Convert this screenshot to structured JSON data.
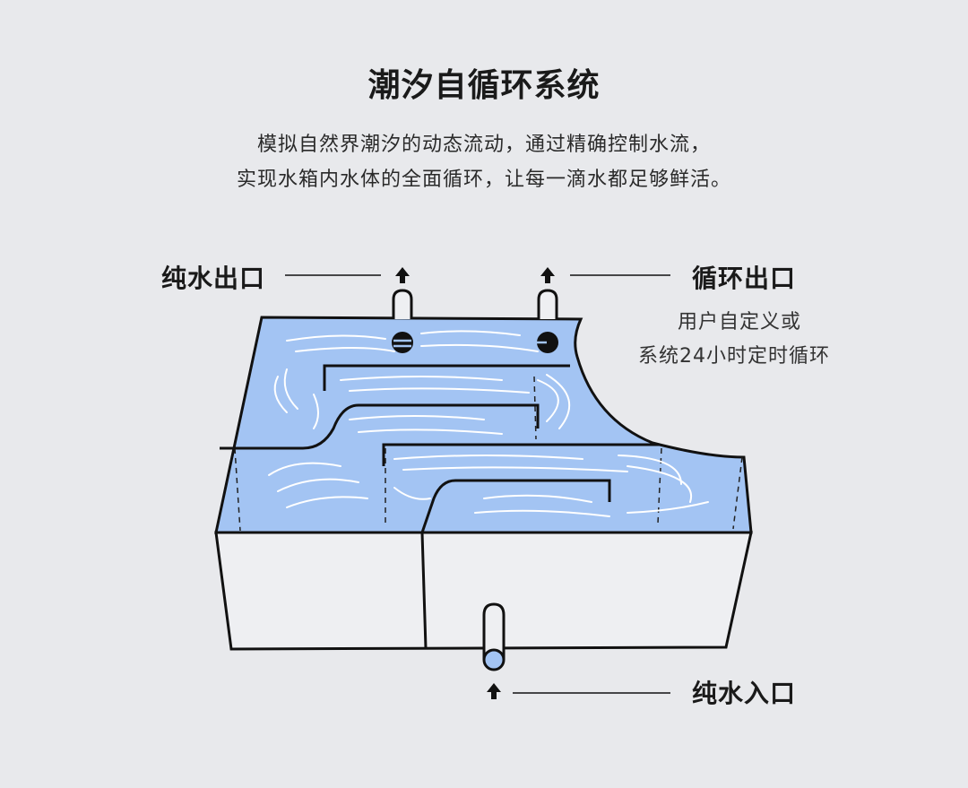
{
  "title": "潮汐自循环系统",
  "subtitle_lines": [
    "模拟自然界潮汐的动态流动，通过精确控制水流，",
    "实现水箱内水体的全面循环，让每一滴水都足够鲜活。"
  ],
  "labels": {
    "pure_water_outlet": "纯水出口",
    "circulation_outlet": "循环出口",
    "circulation_note_line1": "用户自定义或",
    "circulation_note_line2": "系统24小时定时循环",
    "pure_water_inlet": "纯水入口"
  },
  "colors": {
    "background": "#e8e9ec",
    "water": "#a3c4f3",
    "stroke": "#111111",
    "tank_front": "#eeeff2",
    "pipe_inlet": "#a3c4f3"
  },
  "icons": [
    "up-arrow-icon",
    "up-arrow-icon",
    "up-arrow-icon"
  ]
}
